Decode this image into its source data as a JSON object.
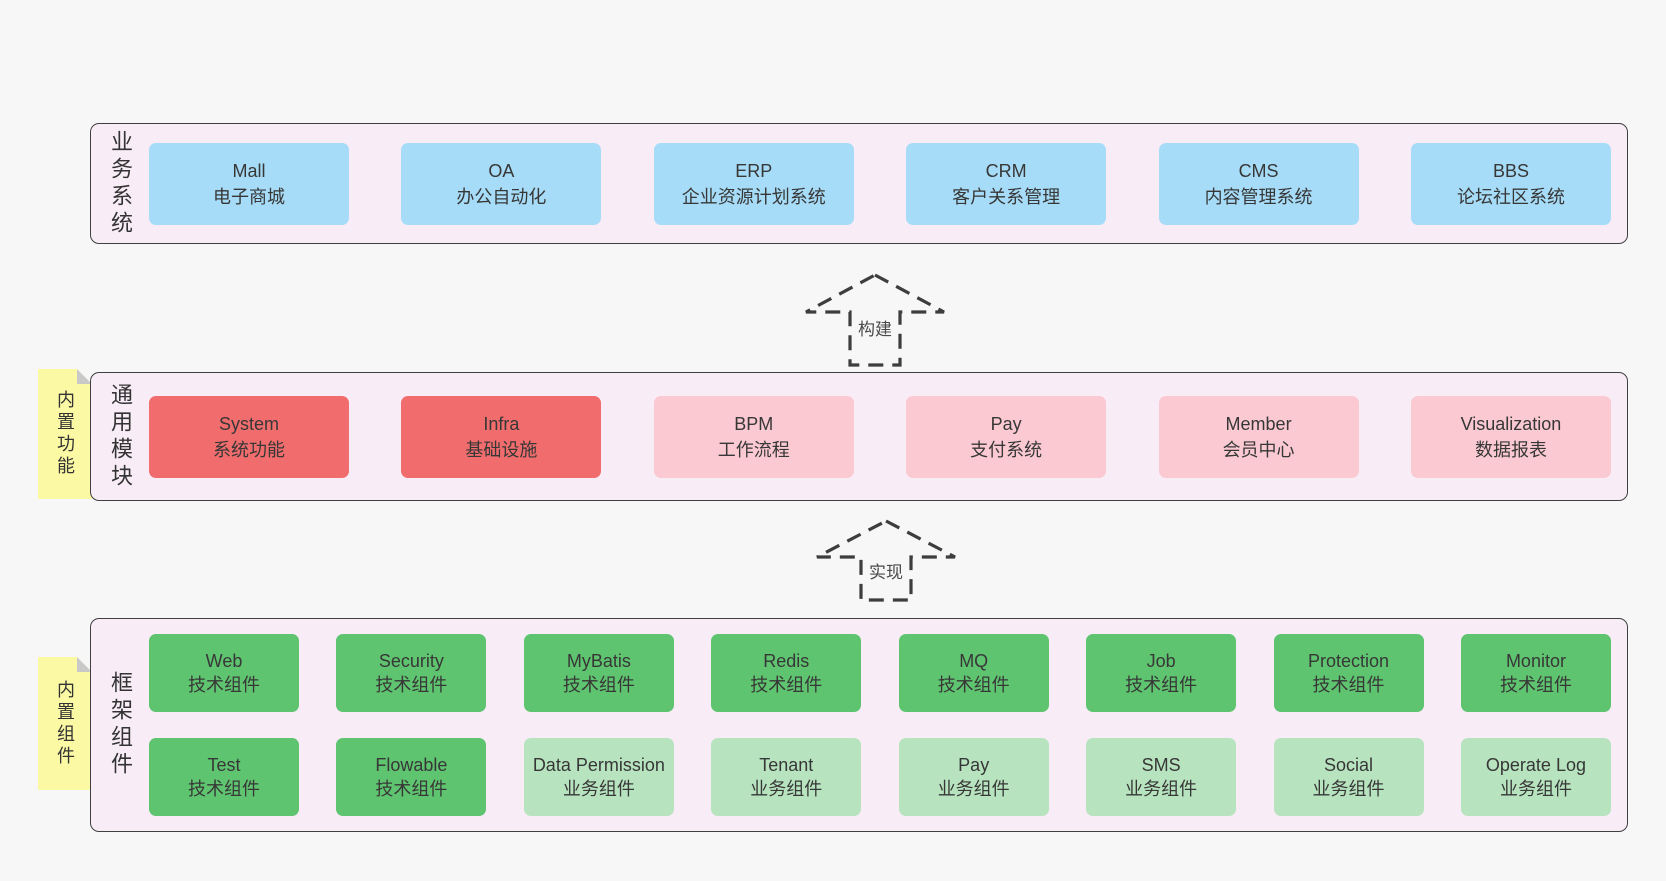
{
  "colors": {
    "page_bg": "#f7f7f7",
    "band_bg": "#f8edf6",
    "band_border": "#404040",
    "blue_box": "#a6dcf7",
    "red_box": "#f16c6c",
    "pink_box": "#fbc9d2",
    "green_dark_box": "#5fc46f",
    "green_light_box": "#b7e4bf",
    "sticky_yellow": "#fcf9a4",
    "sticky_fold_gray": "#c9c9c9",
    "text": "#373737"
  },
  "arrows": {
    "build": "构建",
    "implement": "实现"
  },
  "bands": {
    "business": {
      "label": "业务系统",
      "items": [
        {
          "title": "Mall",
          "subtitle": "电子商城"
        },
        {
          "title": "OA",
          "subtitle": "办公自动化"
        },
        {
          "title": "ERP",
          "subtitle": "企业资源计划系统"
        },
        {
          "title": "CRM",
          "subtitle": "客户关系管理"
        },
        {
          "title": "CMS",
          "subtitle": "内容管理系统"
        },
        {
          "title": "BBS",
          "subtitle": "论坛社区系统"
        }
      ]
    },
    "modules": {
      "label": "通用模块",
      "sticky": "内置功能",
      "items": [
        {
          "title": "System",
          "subtitle": "系统功能",
          "variant": "red"
        },
        {
          "title": "Infra",
          "subtitle": "基础设施",
          "variant": "red"
        },
        {
          "title": "BPM",
          "subtitle": "工作流程",
          "variant": "pink"
        },
        {
          "title": "Pay",
          "subtitle": "支付系统",
          "variant": "pink"
        },
        {
          "title": "Member",
          "subtitle": "会员中心",
          "variant": "pink"
        },
        {
          "title": "Visualization",
          "subtitle": "数据报表",
          "variant": "pink"
        }
      ]
    },
    "framework": {
      "label": "框架组件",
      "sticky": "内置组件",
      "row1": [
        {
          "title": "Web",
          "subtitle": "技术组件"
        },
        {
          "title": "Security",
          "subtitle": "技术组件"
        },
        {
          "title": "MyBatis",
          "subtitle": "技术组件"
        },
        {
          "title": "Redis",
          "subtitle": "技术组件"
        },
        {
          "title": "MQ",
          "subtitle": "技术组件"
        },
        {
          "title": "Job",
          "subtitle": "技术组件"
        },
        {
          "title": "Protection",
          "subtitle": "技术组件"
        },
        {
          "title": "Monitor",
          "subtitle": "技术组件"
        }
      ],
      "row2": [
        {
          "title": "Test",
          "subtitle": "技术组件",
          "variant": "green-dark"
        },
        {
          "title": "Flowable",
          "subtitle": "技术组件",
          "variant": "green-dark"
        },
        {
          "title": "Data Permission",
          "subtitle": "业务组件",
          "variant": "green-light"
        },
        {
          "title": "Tenant",
          "subtitle": "业务组件",
          "variant": "green-light"
        },
        {
          "title": "Pay",
          "subtitle": "业务组件",
          "variant": "green-light"
        },
        {
          "title": "SMS",
          "subtitle": "业务组件",
          "variant": "green-light"
        },
        {
          "title": "Social",
          "subtitle": "业务组件",
          "variant": "green-light"
        },
        {
          "title": "Operate Log",
          "subtitle": "业务组件",
          "variant": "green-light"
        }
      ]
    }
  }
}
